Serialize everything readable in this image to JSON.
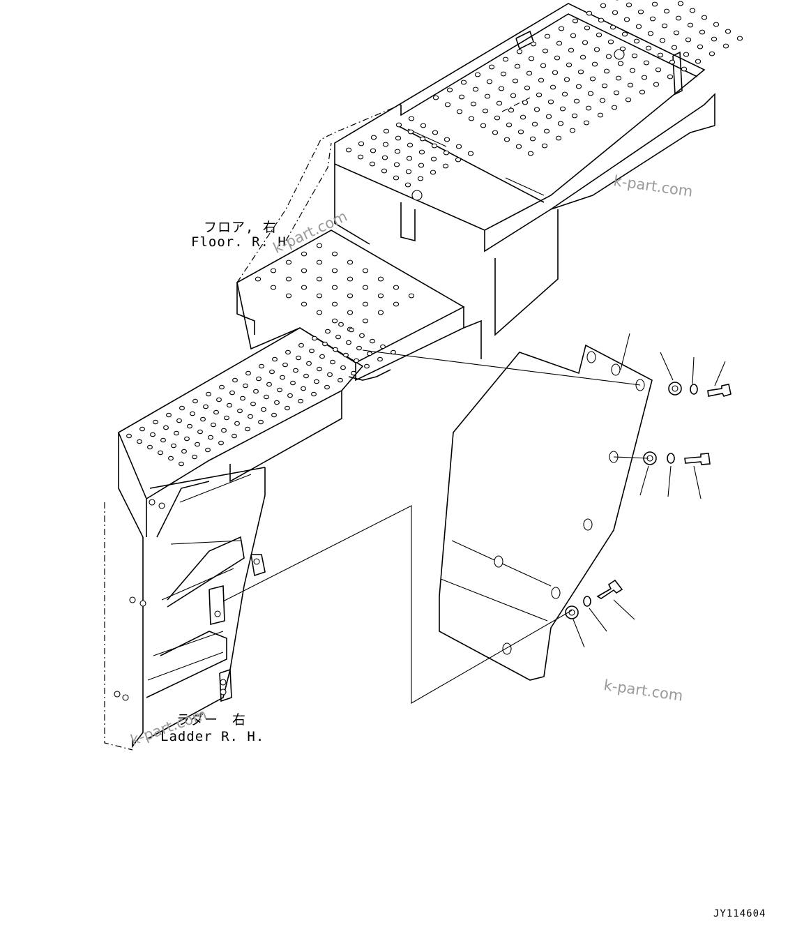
{
  "labels": {
    "floor_jp": "フロア, 右",
    "floor_en": "Floor. R. H.",
    "ladder_jp": "ラダー　右",
    "ladder_en": "Ladder R. H."
  },
  "watermarks": [
    "k-part.com",
    "k-part.com",
    "k-part.com",
    "k-part.com"
  ],
  "drawing_code": "JY114604",
  "colors": {
    "line": "#000000",
    "watermark": "#9a9a9a",
    "background": "#ffffff"
  }
}
